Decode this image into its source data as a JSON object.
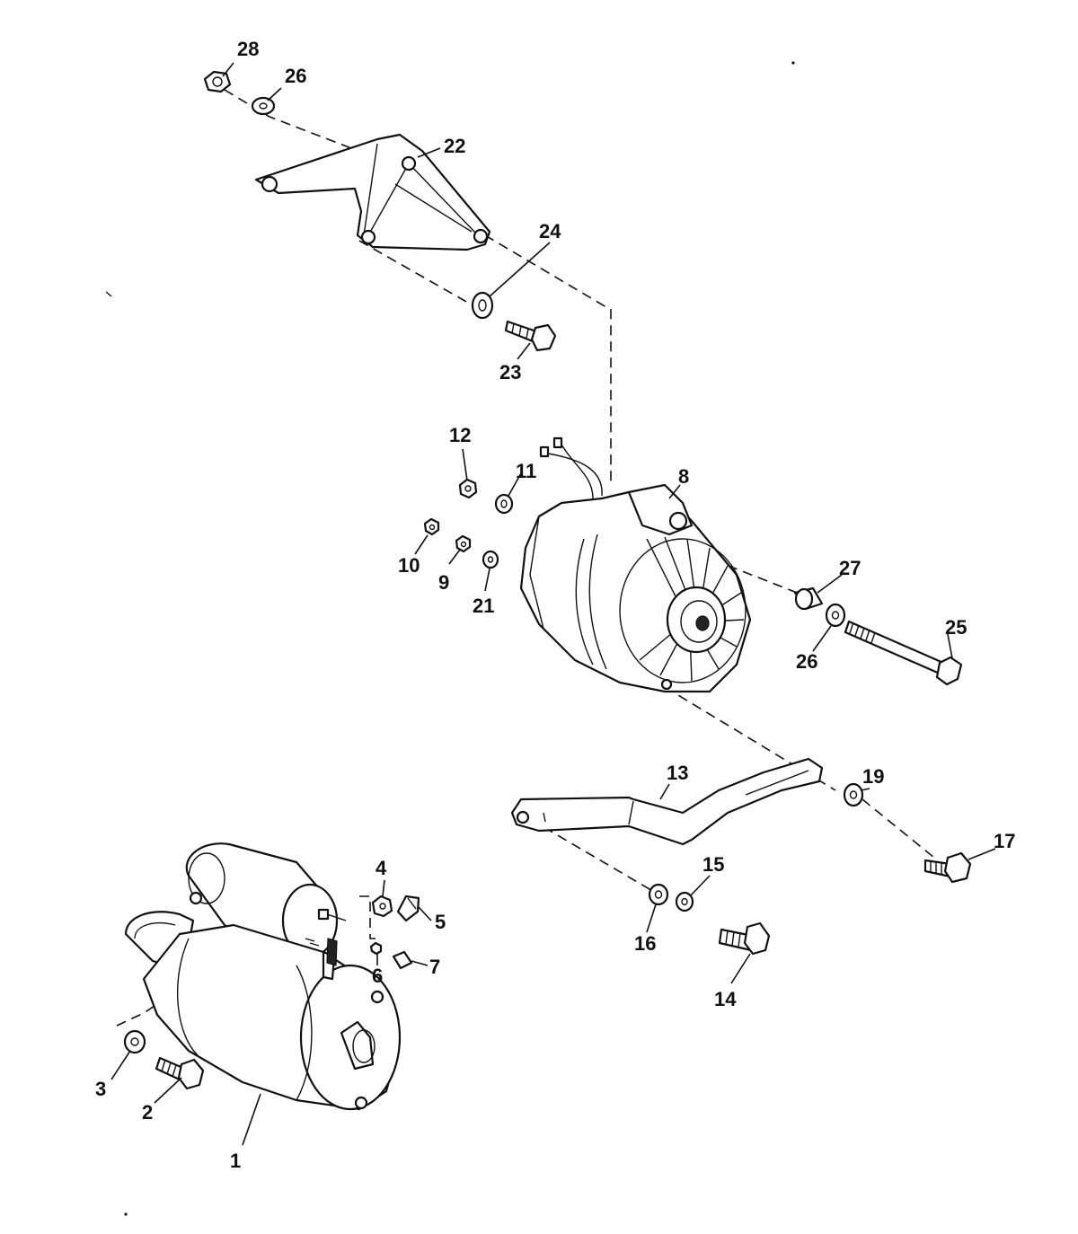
{
  "diagram": {
    "line_color": "#111111",
    "background": "#ffffff",
    "callouts": {
      "c1": "1",
      "c2": "2",
      "c3": "3",
      "c4": "4",
      "c5": "5",
      "c6": "6",
      "c7": "7",
      "c8": "8",
      "c9": "9",
      "c10": "10",
      "c11": "11",
      "c12": "12",
      "c13": "13",
      "c14": "14",
      "c15": "15",
      "c16": "16",
      "c17": "17",
      "c19": "19",
      "c21": "21",
      "c22": "22",
      "c23": "23",
      "c24": "24",
      "c25": "25",
      "c26a": "26",
      "c26b": "26",
      "c27": "27",
      "c28": "28"
    }
  }
}
